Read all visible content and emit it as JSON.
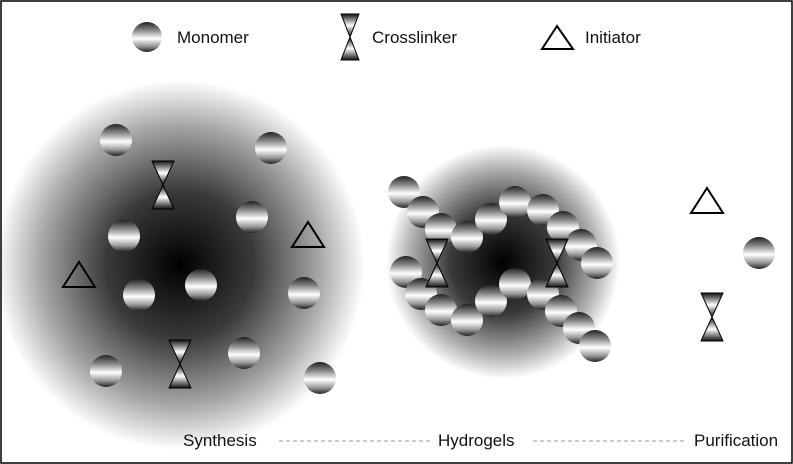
{
  "legend": {
    "monomer": {
      "label": "Monomer",
      "icon": "monomer-sphere-icon"
    },
    "crosslinker": {
      "label": "Crosslinker",
      "icon": "crosslinker-hourglass-icon"
    },
    "initiator": {
      "label": "Initiator",
      "icon": "initiator-triangle-icon"
    }
  },
  "stages": {
    "synthesis": "Synthesis",
    "hydrogels": "Hydrogels",
    "purification": "Purification"
  },
  "colors": {
    "cloud_core": "#000000",
    "frame": "#000000",
    "connector": "#9a9a9a"
  }
}
